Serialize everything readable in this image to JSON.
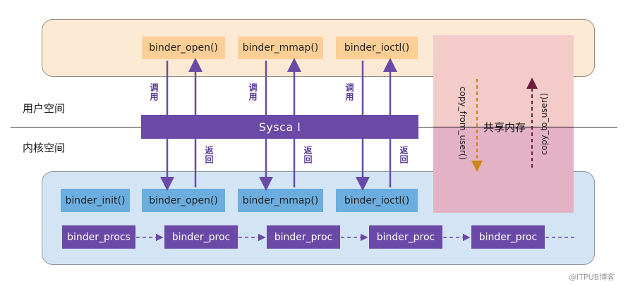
{
  "user_space": {
    "label": "用户空间",
    "calls": [
      "binder_open()",
      "binder_mmap()",
      "binder_ioctl()"
    ]
  },
  "kernel_space": {
    "label": "内核空间",
    "calls": [
      "binder_init()",
      "binder_open()",
      "binder_mmap()",
      "binder_ioctl()"
    ],
    "procs": [
      "binder_procs",
      "binder_proc",
      "binder_proc",
      "binder_proc",
      "binder_proc"
    ]
  },
  "syscall_label": "Sysca l",
  "arrow_labels": {
    "call": "调用",
    "return": "返回"
  },
  "shared_memory": {
    "label": "共享内存",
    "copy_from_user": "copy_from_user()",
    "copy_to_user": "copy_to_user()"
  },
  "watermark": "@ITPUB博客",
  "colors": {
    "user_panel": "#fce9d4",
    "kernel_panel": "#d3e4f4",
    "orange_box": "#fbcf95",
    "blue_box": "#6badde",
    "purple": "#6a4aa6",
    "arrow_orange": "#c9880f",
    "arrow_maroon": "#6b1f3a"
  }
}
